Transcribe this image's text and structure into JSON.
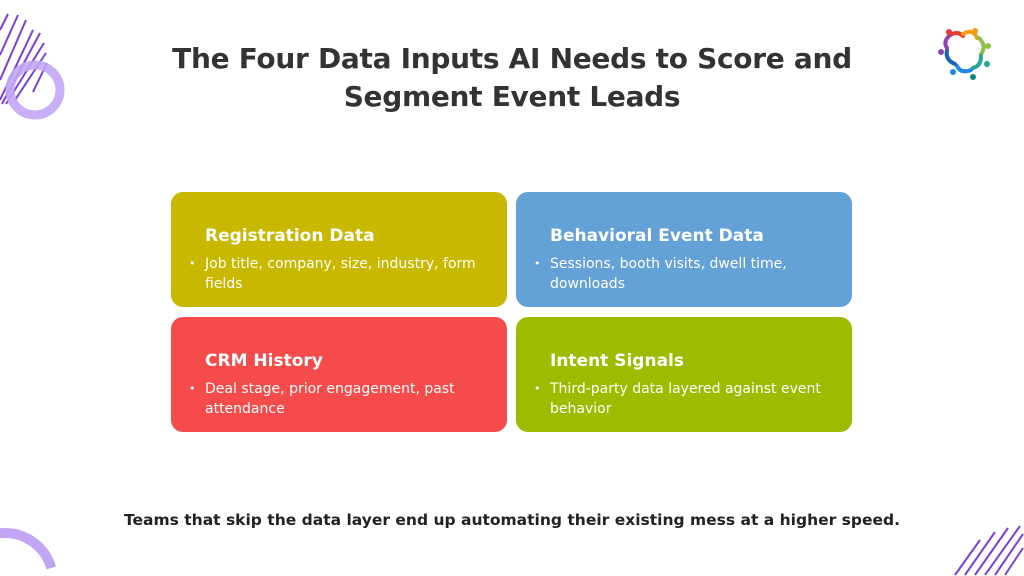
{
  "title": "The Four Data Inputs AI Needs to Score and Segment Event Leads",
  "cards": [
    {
      "heading": "Registration Data",
      "bullet": "Job title, company, size, industry, form fields",
      "color": "#C9B800"
    },
    {
      "heading": "Behavioral Event Data",
      "bullet": "Sessions, booth visits, dwell time, downloads",
      "color": "#63A1D6"
    },
    {
      "heading": "CRM History",
      "bullet": "Deal stage, prior engagement, past attendance",
      "color": "#F54B4B"
    },
    {
      "heading": "Intent Signals",
      "bullet": "Third-party data layered against event behavior",
      "color": "#9DBC00"
    }
  ],
  "footer": "Teams that skip the data layer end up automating their existing mess at a higher speed."
}
